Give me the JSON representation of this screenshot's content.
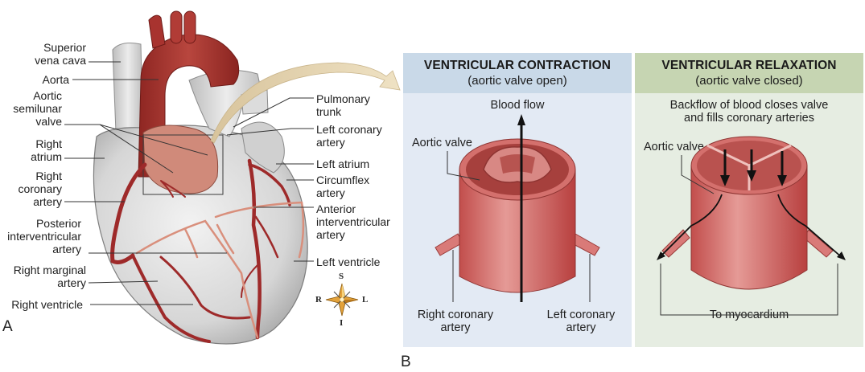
{
  "figure": {
    "panel_a": {
      "letter": "A",
      "left_labels": [
        {
          "id": "superior-vena-cava",
          "lines": [
            "Superior",
            "vena cava"
          ]
        },
        {
          "id": "aorta",
          "lines": [
            "Aorta"
          ]
        },
        {
          "id": "aortic-semilunar-valve",
          "lines": [
            "Aortic",
            "semilunar",
            "valve"
          ]
        },
        {
          "id": "right-atrium",
          "lines": [
            "Right",
            "atrium"
          ]
        },
        {
          "id": "right-coronary-artery",
          "lines": [
            "Right",
            "coronary",
            "artery"
          ]
        },
        {
          "id": "posterior-interventricular-artery",
          "lines": [
            "Posterior",
            "interventricular",
            "artery"
          ]
        },
        {
          "id": "right-marginal-artery",
          "lines": [
            "Right marginal",
            "artery"
          ]
        },
        {
          "id": "right-ventricle",
          "lines": [
            "Right ventricle"
          ]
        }
      ],
      "right_labels": [
        {
          "id": "pulmonary-trunk",
          "lines": [
            "Pulmonary",
            "trunk"
          ]
        },
        {
          "id": "left-coronary-artery",
          "lines": [
            "Left coronary",
            "artery"
          ]
        },
        {
          "id": "left-atrium",
          "lines": [
            "Left atrium"
          ]
        },
        {
          "id": "circumflex-artery",
          "lines": [
            "Circumflex",
            "artery"
          ]
        },
        {
          "id": "anterior-interventricular-artery",
          "lines": [
            "Anterior",
            "interventricular",
            "artery"
          ]
        },
        {
          "id": "left-ventricle",
          "lines": [
            "Left ventricle"
          ]
        }
      ],
      "compass": {
        "top": "S",
        "bottom": "I",
        "left": "R",
        "right": "L"
      }
    },
    "panel_b": {
      "letter": "B",
      "contraction": {
        "title": "VENTRICULAR CONTRACTION",
        "subtitle": "(aortic valve open)",
        "flow_label": "Blood flow",
        "valve_label": "Aortic valve",
        "right_coronary": [
          "Right coronary",
          "artery"
        ],
        "left_coronary": [
          "Left coronary",
          "artery"
        ],
        "header_color": "#c9d9e8",
        "body_color": "#e3eaf4"
      },
      "relaxation": {
        "title": "VENTRICULAR RELAXATION",
        "subtitle": "(aortic valve closed)",
        "caption": [
          "Backflow of blood closes valve",
          "and fills coronary arteries"
        ],
        "valve_label": "Aortic valve",
        "outflow_label": "To myocardium",
        "header_color": "#c6d5b2",
        "body_color": "#e6ede2"
      }
    },
    "colors": {
      "artery_dark": "#9e2a2a",
      "artery_light": "#d98f7c",
      "aorta": "#a8332f",
      "heart_gray": "#d9d9d9",
      "valve_pink": "#d97a78",
      "pointer_arrow": "#e6d3ae"
    }
  }
}
